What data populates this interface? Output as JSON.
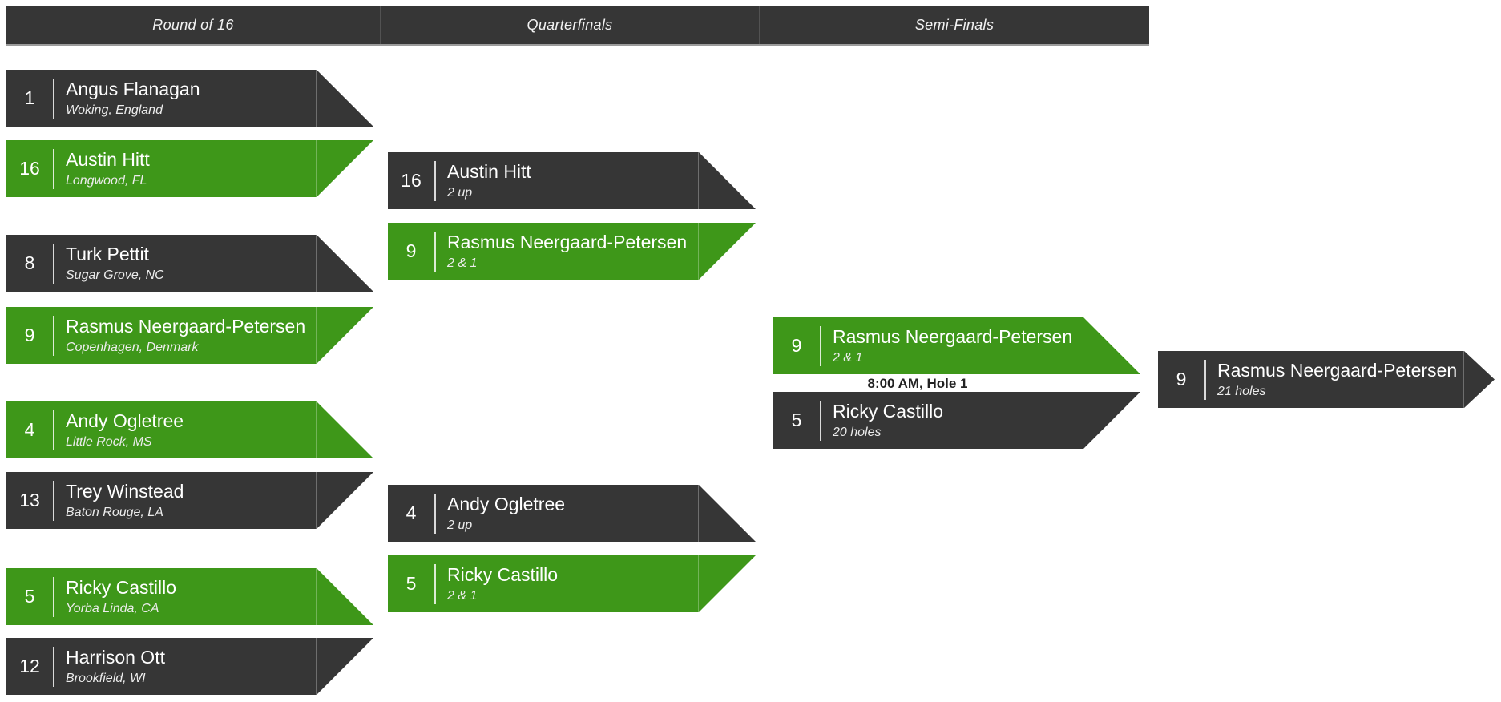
{
  "colors": {
    "dark": "#363636",
    "green": "#3e9719",
    "header_underline": "#9b9b9b",
    "schedule_text": "#222222"
  },
  "header": {
    "rounds": [
      {
        "label": "Round of 16"
      },
      {
        "label": "Quarterfinals"
      },
      {
        "label": "Semi-Finals"
      }
    ]
  },
  "r16": [
    {
      "seed": "1",
      "name": "Angus Flanagan",
      "detail": "Woking, England",
      "winner": false
    },
    {
      "seed": "16",
      "name": "Austin Hitt",
      "detail": "Longwood, FL",
      "winner": true
    },
    {
      "seed": "8",
      "name": "Turk Pettit",
      "detail": "Sugar Grove, NC",
      "winner": false
    },
    {
      "seed": "9",
      "name": "Rasmus Neergaard-Petersen",
      "detail": "Copenhagen, Denmark",
      "winner": true
    },
    {
      "seed": "4",
      "name": "Andy Ogletree",
      "detail": "Little Rock, MS",
      "winner": true
    },
    {
      "seed": "13",
      "name": "Trey Winstead",
      "detail": "Baton Rouge, LA",
      "winner": false
    },
    {
      "seed": "5",
      "name": "Ricky Castillo",
      "detail": "Yorba Linda, CA",
      "winner": true
    },
    {
      "seed": "12",
      "name": "Harrison Ott",
      "detail": "Brookfield, WI",
      "winner": false
    }
  ],
  "qf": [
    {
      "seed": "16",
      "name": "Austin Hitt",
      "detail": "2 up",
      "winner": false
    },
    {
      "seed": "9",
      "name": "Rasmus Neergaard-Petersen",
      "detail": "2 & 1",
      "winner": true
    },
    {
      "seed": "4",
      "name": "Andy Ogletree",
      "detail": "2 up",
      "winner": false
    },
    {
      "seed": "5",
      "name": "Ricky Castillo",
      "detail": "2 & 1",
      "winner": true
    }
  ],
  "sf": [
    {
      "seed": "9",
      "name": "Rasmus Neergaard-Petersen",
      "detail": "2 & 1",
      "winner": true
    },
    {
      "seed": "5",
      "name": "Ricky Castillo",
      "detail": "20 holes",
      "winner": false
    }
  ],
  "final_schedule": "8:00 AM, Hole 1",
  "champion": {
    "seed": "9",
    "name": "Rasmus Neergaard-Petersen",
    "detail": "21 holes"
  }
}
